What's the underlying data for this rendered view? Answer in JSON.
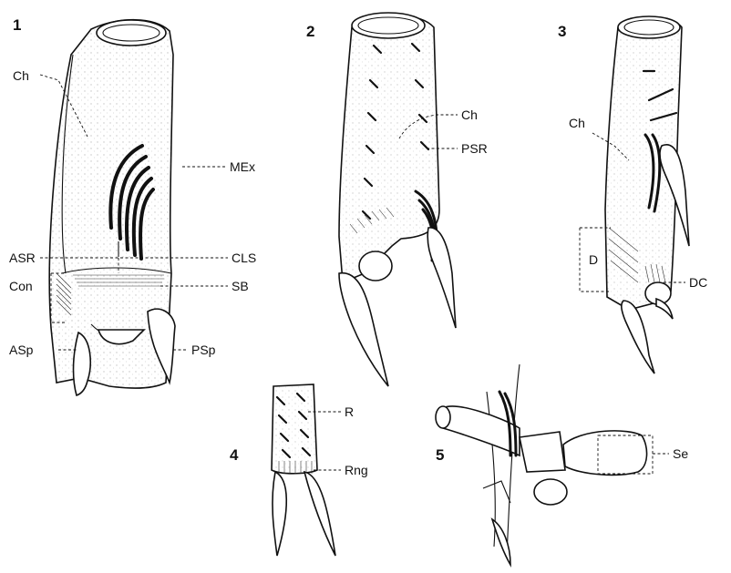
{
  "figure": {
    "panels": [
      {
        "number": "1",
        "labels": {
          "ch": "Ch",
          "mex": "MEx",
          "asr": "ASR",
          "cls": "CLS",
          "con": "Con",
          "sb": "SB",
          "asp": "ASp",
          "psp": "PSp"
        }
      },
      {
        "number": "2",
        "labels": {
          "ch": "Ch",
          "psr": "PSR"
        }
      },
      {
        "number": "3",
        "labels": {
          "ch": "Ch",
          "d": "D",
          "dc": "DC"
        }
      },
      {
        "number": "4",
        "labels": {
          "r": "R",
          "rng": "Rng"
        }
      },
      {
        "number": "5",
        "labels": {
          "se": "Se"
        }
      }
    ]
  }
}
